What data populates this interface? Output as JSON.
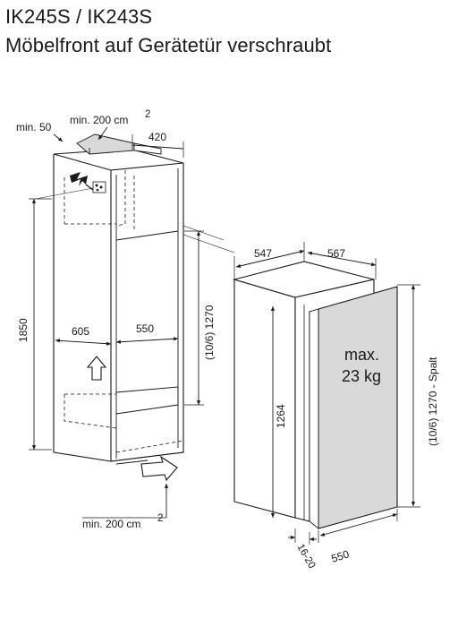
{
  "header": {
    "model_line": "IK245S / IK243S",
    "subtitle": "Möbelfront auf Gerätetür verschraubt"
  },
  "labels": {
    "top_vent_gap": "min. 50",
    "top_vent_area": "min. 200 cm",
    "cm_superscript": "2",
    "niche_depth_top": "420",
    "niche_height": "1850",
    "niche_width": "605",
    "inner_width": "550",
    "compartment_height": "(10/6) 1270",
    "bottom_vent_area": "min. 200 cm",
    "appliance_depth": "547",
    "door_depth": "567",
    "appliance_height": "1264",
    "door_gap_height": "(10/6) 1270 - Spalt",
    "max_load_line1": "max.",
    "max_load_line2": "23 kg",
    "door_offset": "16-20",
    "appliance_width": "550"
  },
  "colors": {
    "stroke": "#1a1a1a",
    "panel_fill": "#d9d9d9",
    "background": "#ffffff"
  }
}
